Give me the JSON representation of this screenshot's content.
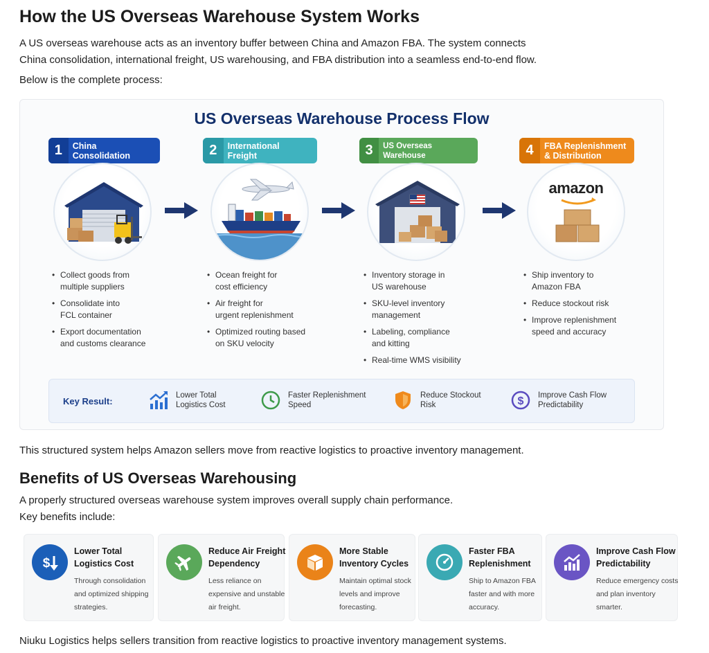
{
  "heading": "How the US Overseas Warehouse System Works",
  "intro_line1": "A US overseas warehouse acts as an inventory buffer between China and Amazon FBA. The system connects",
  "intro_line2": "China consolidation, international freight, US warehousing, and FBA distribution into a seamless end-to-end flow.",
  "intro_line3": "Below is the complete process:",
  "infographic": {
    "title": "US Overseas Warehouse Process Flow",
    "steps": [
      {
        "num": "1",
        "label": "China Consolidation",
        "color": "#1b4fb5",
        "num_color": "#123e96",
        "bullets": [
          "Collect goods from\nmultiple suppliers",
          "Consolidate into\nFCL container",
          "Export documentation\nand customs clearance"
        ]
      },
      {
        "num": "2",
        "label": "International Freight",
        "color": "#3fb3bf",
        "num_color": "#2a99a6",
        "bullets": [
          "Ocean freight for\ncost efficiency",
          "Air freight for\nurgent replenishment",
          "Optimized routing based\non SKU velocity"
        ]
      },
      {
        "num": "3",
        "label": "US Overseas Warehouse",
        "color": "#5aa85a",
        "num_color": "#418f43",
        "bullets": [
          "Inventory storage in\nUS warehouse",
          "SKU-level inventory\nmanagement",
          "Labeling, compliance\nand kitting",
          "Real-time WMS visibility"
        ]
      },
      {
        "num": "4",
        "label": "FBA Replenishment\n& Distribution",
        "color": "#ee8a1c",
        "num_color": "#d87407",
        "bullets": [
          "Ship inventory to\nAmazon FBA",
          "Reduce stockout risk",
          "Improve replenishment\nspeed and accuracy"
        ]
      }
    ],
    "amazon_logo": "amazon",
    "key_result": {
      "title": "Key Result:",
      "items": [
        {
          "icon": "chart-up-icon",
          "text": "Lower Total\nLogistics Cost"
        },
        {
          "icon": "clock-icon",
          "text": "Faster Replenishment\nSpeed"
        },
        {
          "icon": "shield-icon",
          "text": "Reduce Stockout\nRisk"
        },
        {
          "icon": "dollar-icon",
          "text": "Improve Cash Flow\nPredictability"
        }
      ]
    }
  },
  "summary": "This structured system helps Amazon sellers move from reactive logistics to proactive inventory management.",
  "benefits_heading": "Benefits of US Overseas Warehousing",
  "benefits_intro1": "A properly structured overseas warehouse system improves overall supply chain performance.",
  "benefits_intro2": "Key benefits include:",
  "benefits": [
    {
      "icon": "dollar-down-icon",
      "color": "#1b5fb8",
      "title": "Lower Total\nLogistics Cost",
      "desc": "Through consolidation\nand optimized shipping\nstrategies."
    },
    {
      "icon": "plane-icon",
      "color": "#5aa85a",
      "title": "Reduce Air Freight\nDependency",
      "desc": "Less reliance on\nexpensive and unstable\nair freight."
    },
    {
      "icon": "box-icon",
      "color": "#ea8319",
      "title": "More Stable\nInventory Cycles",
      "desc": "Maintain optimal stock\nlevels and improve\nforecasting."
    },
    {
      "icon": "speedometer-icon",
      "color": "#3aa9b3",
      "title": "Faster FBA\nReplenishment",
      "desc": "Ship to Amazon FBA\nfaster and with more\naccuracy."
    },
    {
      "icon": "growth-chart-icon",
      "color": "#6a55c4",
      "title": "Improve Cash Flow\nPredictability",
      "desc": "Reduce emergency costs\nand plan inventory\nsmarter."
    }
  ],
  "closing": "Niuku Logistics helps sellers transition from reactive logistics to proactive inventory management systems."
}
